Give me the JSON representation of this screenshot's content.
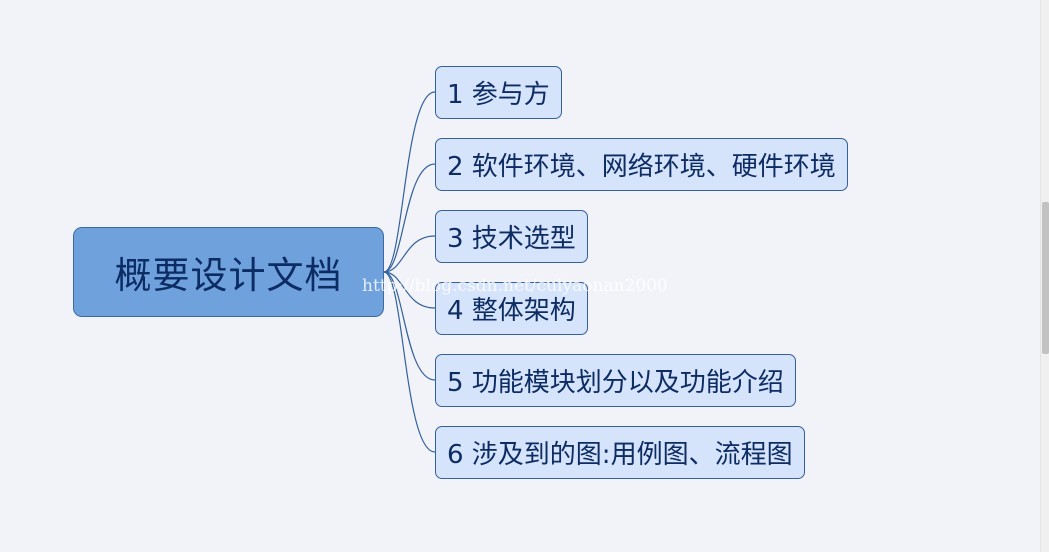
{
  "mindmap": {
    "root": {
      "label": "概要设计文档"
    },
    "topics": [
      {
        "label": "1 参与方"
      },
      {
        "label": "2 软件环境、网络环境、硬件环境"
      },
      {
        "label": "3 技术选型"
      },
      {
        "label": "4 整体架构"
      },
      {
        "label": "5 功能模块划分以及功能介绍"
      },
      {
        "label": "6 涉及到的图:用例图、流程图"
      }
    ]
  },
  "watermark": {
    "text": "http://blog.csdn.net/cuiyaonan2000"
  },
  "colors": {
    "background": "#f1f3f8",
    "root_fill": "#6fa1dc",
    "topic_fill": "#d5e3fb",
    "border": "#34619c",
    "text": "#0c2c63"
  }
}
